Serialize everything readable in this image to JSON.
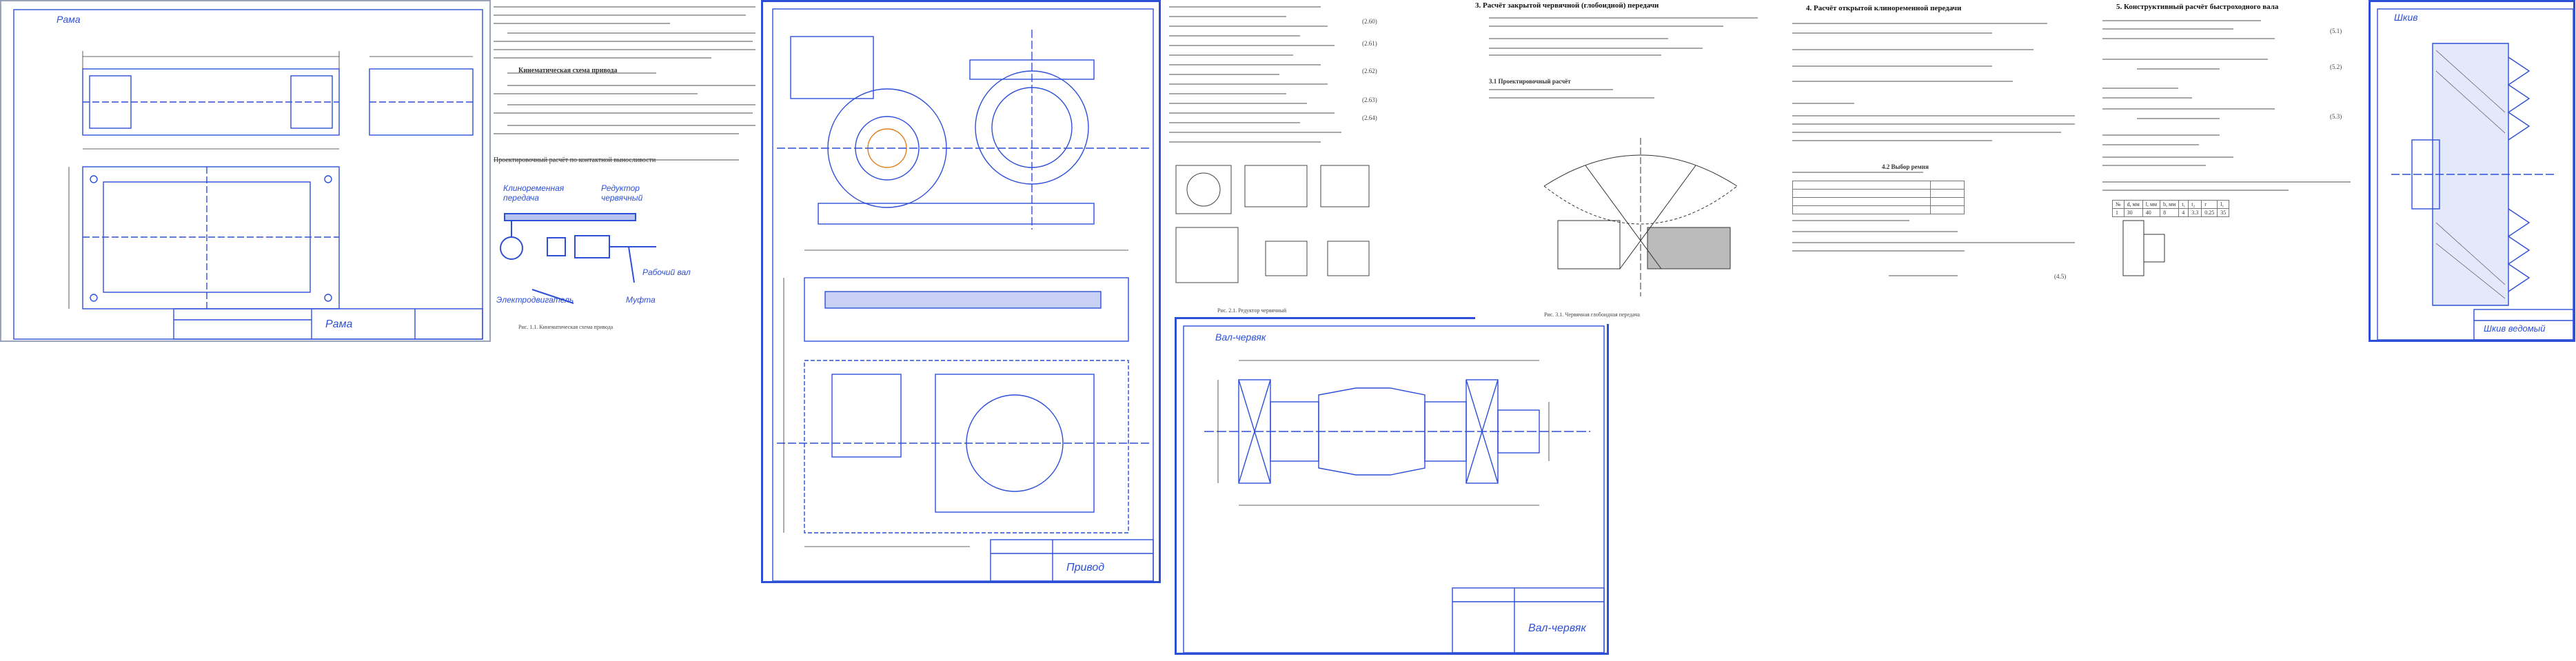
{
  "sheet_left": {
    "tab_label": "Рама",
    "stamp_title": "Рама"
  },
  "text_page_1": {
    "paragraphs": [
      "Кинематическая схема привода",
      "Проектировочный расчёт по контактной выносливости",
      "Рабочий вал"
    ],
    "diagram_labels": {
      "coupling": "Клиноременная передача",
      "reducer": "Редуктор червячный",
      "motor": "Электродвигатель",
      "clutch": "Муфта",
      "shaft": "Рабочий вал"
    },
    "figure_caption": "Рис. 1.1. Кинематическая схема привода"
  },
  "sheet_assembly": {
    "stamp_title": "Привод"
  },
  "text_page_2": {
    "figure_caption": "Рис. 2.1. Редуктор червячный"
  },
  "sheet_shaft": {
    "tab_label": "Вал-червяк",
    "stamp_title": "Вал-червяк"
  },
  "text_page_3": {
    "heading": "3. Расчёт закрытой червячной (глобоидной) передачи",
    "subheading": "3.1 Проектировочный расчёт",
    "figure_caption": "Рис. 3.1. Червячная глобоидная передача"
  },
  "text_page_4": {
    "heading": "4. Расчёт открытой клиноременной передачи",
    "subheading": "4.2 Выбор ремня"
  },
  "text_page_5": {
    "heading": "5. Конструктивный расчёт быстроходного вала",
    "table": {
      "header": [
        "№",
        "d, мм",
        "l, мм",
        "b, мм",
        "t₁",
        "t₂",
        "r",
        "l₁"
      ],
      "rows": [
        [
          "1",
          "30",
          "40",
          "8",
          "4",
          "3.3",
          "0.25",
          "35"
        ]
      ]
    }
  },
  "sheet_right": {
    "tab_label": "Шкив",
    "stamp_title": "Шкив ведомый"
  },
  "colors": {
    "drawing_blue": "#2c4fd8",
    "frame_gray": "#9aa4b8",
    "line_dark": "#333333"
  }
}
